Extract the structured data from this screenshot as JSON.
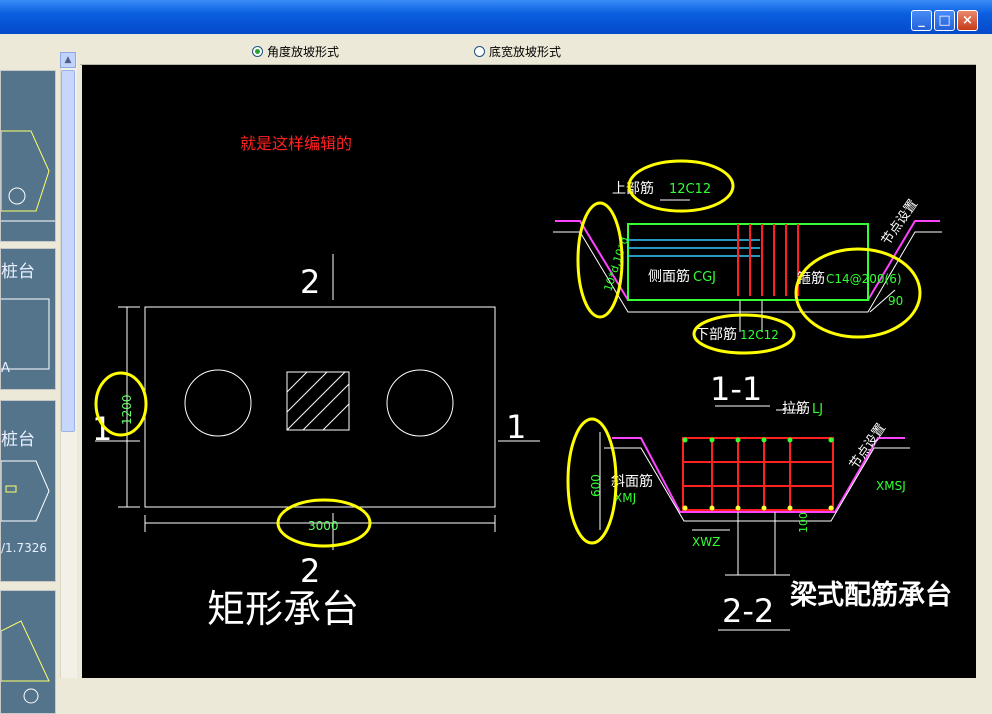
{
  "window": {
    "min_label": "_",
    "max_label": "□",
    "close_label": "×"
  },
  "radio_options": [
    {
      "label": "角度放坡形式",
      "selected": true
    },
    {
      "label": "底宽放坡形式",
      "selected": false
    }
  ],
  "left_panel": {
    "thumb_labels": [
      "桩台",
      "桩台",
      "/1.7326",
      "A"
    ]
  },
  "canvas": {
    "annotation": "就是这样编辑的",
    "rect_cap": {
      "title": "矩形承台",
      "section_top": "2",
      "section_bottom": "2",
      "section_left": "1",
      "section_right": "1",
      "dim_height": "1200",
      "dim_width": "3000"
    },
    "section_11": {
      "title": "1-1",
      "top_label": "上部筋",
      "top_value": "12C12",
      "side_label": "侧面筋",
      "side_value": "CGJ",
      "stirrup_label": "箍筋",
      "stirrup_value": "C14@200(6)",
      "bottom_label": "下部筋",
      "bottom_value": "12C12",
      "slope_dim": "10*d,10*d",
      "node_label": "节点设置",
      "angle": "90"
    },
    "section_22": {
      "title": "2-2",
      "caption": "梁式配筋承台",
      "tie_label": "拉筋",
      "tie_value": "LJ",
      "slope_label": "斜面筋",
      "slope_value": "XMJ",
      "xmsj": "XMSJ",
      "xwz": "XWZ",
      "dim_600": "600",
      "dim_100": "100",
      "node_label": "节点设置"
    }
  }
}
